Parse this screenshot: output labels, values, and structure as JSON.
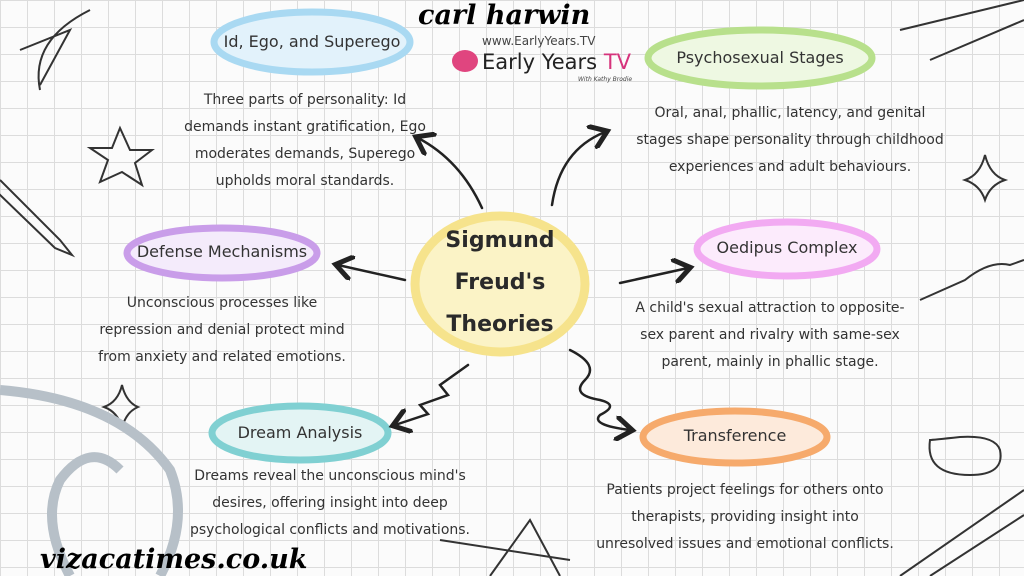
{
  "center": {
    "line1": "Sigmund",
    "line2": "Freud's",
    "line3": "Theories",
    "color": "#f6e38c"
  },
  "topics": [
    {
      "title": "Id, Ego, and Superego",
      "color": "#a9d9f2",
      "lines": [
        "Three parts of personality: Id",
        "demands instant gratification, Ego",
        "moderates demands, Superego",
        "upholds moral standards."
      ]
    },
    {
      "title": "Psychosexual Stages",
      "color": "#b8e08c",
      "lines": [
        "Oral, anal, phallic, latency, and genital",
        "stages shape personality through childhood",
        "experiences and adult behaviours."
      ]
    },
    {
      "title": "Defense Mechanisms",
      "color": "#c99de9",
      "lines": [
        "Unconscious processes like",
        "repression and denial protect mind",
        "from anxiety and related emotions."
      ]
    },
    {
      "title": "Oedipus Complex",
      "color": "#f2aaf2",
      "lines": [
        "A child's sexual attraction to opposite-",
        "sex parent and rivalry with same-sex",
        "parent, mainly in phallic stage."
      ]
    },
    {
      "title": "Dream Analysis",
      "color": "#80d0d2",
      "lines": [
        "Dreams reveal the unconscious mind's",
        "desires, offering insight into deep",
        "psychological conflicts and motivations."
      ]
    },
    {
      "title": "Transference",
      "color": "#f6aa6c",
      "lines": [
        "Patients project feelings for others onto",
        "therapists, providing insight into",
        "unresolved issues and emotional conflicts."
      ]
    }
  ],
  "logo": {
    "url": "www.EarlyYears.TV",
    "name": "Early Years",
    "name_accent": "TV",
    "tagline": "With Kathy Brodie"
  },
  "watermarks": {
    "top": "carl harwin",
    "bottom": "vizacatimes.co.uk"
  }
}
